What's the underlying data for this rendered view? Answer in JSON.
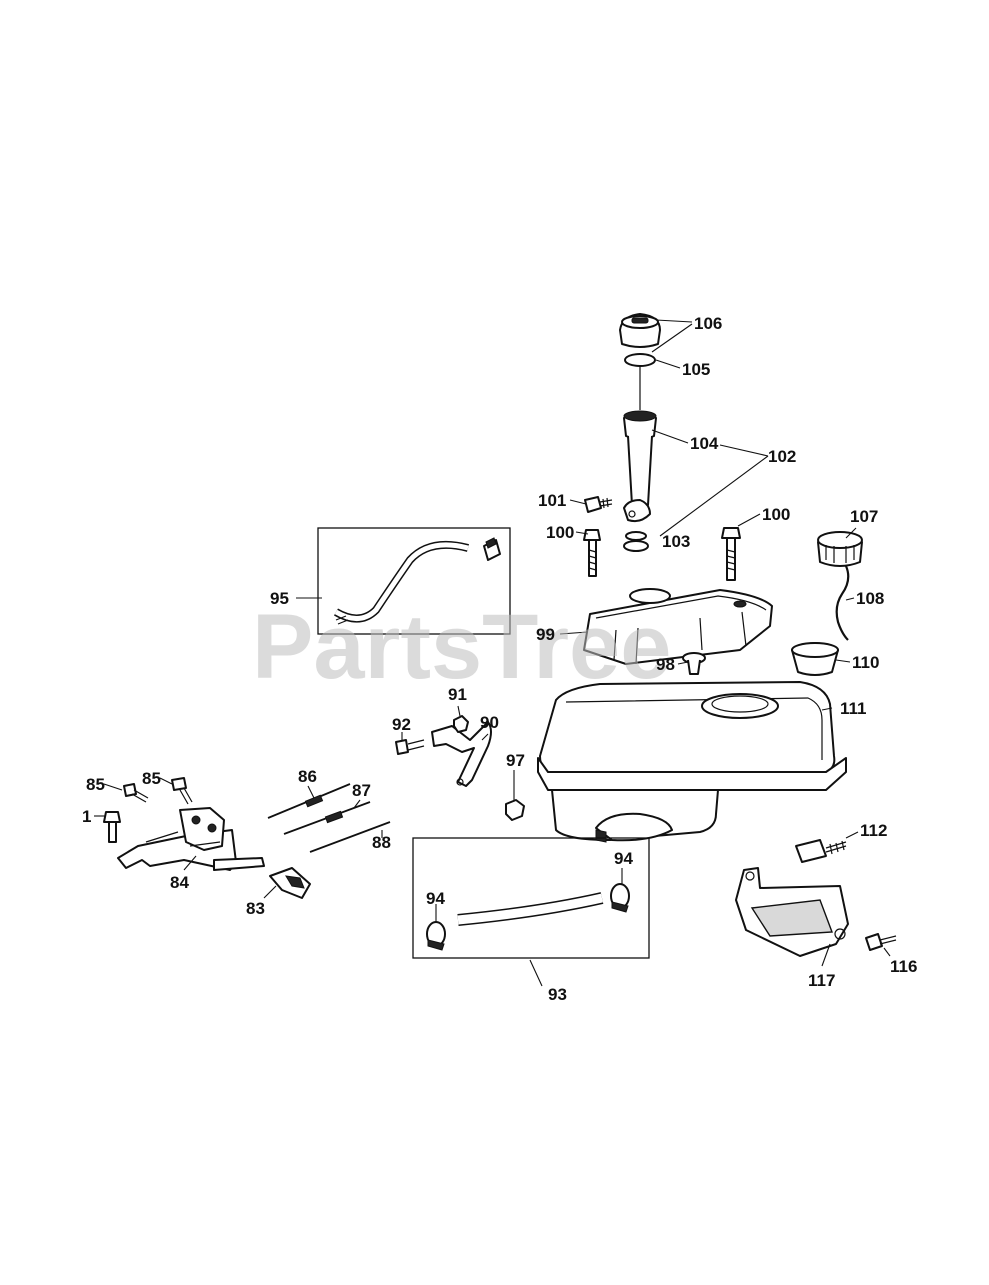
{
  "watermark": "PartsTree",
  "callouts": {
    "p106": "106",
    "p105": "105",
    "p104": "104",
    "p102": "102",
    "p101": "101",
    "p103": "103",
    "p100a": "100",
    "p100b": "100",
    "p107": "107",
    "p108": "108",
    "p95": "95",
    "p99": "99",
    "p98": "98",
    "p110": "110",
    "p111": "111",
    "p91": "91",
    "p92": "92",
    "p90": "90",
    "p97": "97",
    "p85a": "85",
    "p85b": "85",
    "p1": "1",
    "p86": "86",
    "p87": "87",
    "p88": "88",
    "p84": "84",
    "p83": "83",
    "p112": "112",
    "p94a": "94",
    "p94b": "94",
    "p93": "93",
    "p117": "117",
    "p116": "116"
  }
}
